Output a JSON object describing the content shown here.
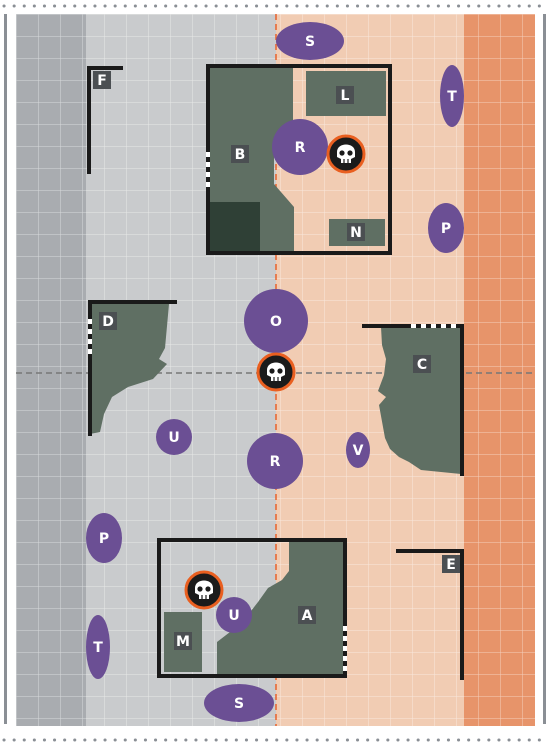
{
  "map": {
    "colors": {
      "zone_grey_dark": "#a9acb0",
      "zone_grey": "#c9cbcd",
      "zone_peach": "#f1ccb3",
      "zone_orange": "#e7946a",
      "grid_line": "#ffffff",
      "ruin_fill": "#5f6f63",
      "ruin_dark": "#2f4036",
      "wall": "#1a1a1a",
      "objective_fill": "#6b4f94",
      "hazard_fill": "#1b1b1b",
      "hazard_ring": "#e95f20",
      "centerline_orange": "#e8622c",
      "centerline_grey": "#777777"
    },
    "terrain_labels": {
      "A": "A",
      "B": "B",
      "C": "C",
      "D": "D",
      "E": "E",
      "F": "F",
      "L": "L",
      "M": "M",
      "N": "N"
    },
    "objectives": {
      "S_top": "S",
      "T_right": "T",
      "R_upper": "R",
      "P_right": "P",
      "O_center": "O",
      "U_left": "U",
      "R_lower": "R",
      "V_right": "V",
      "P_left": "P",
      "U_lower": "U",
      "T_left": "T",
      "S_bottom": "S"
    },
    "hazard_icon": "skull-icon"
  }
}
